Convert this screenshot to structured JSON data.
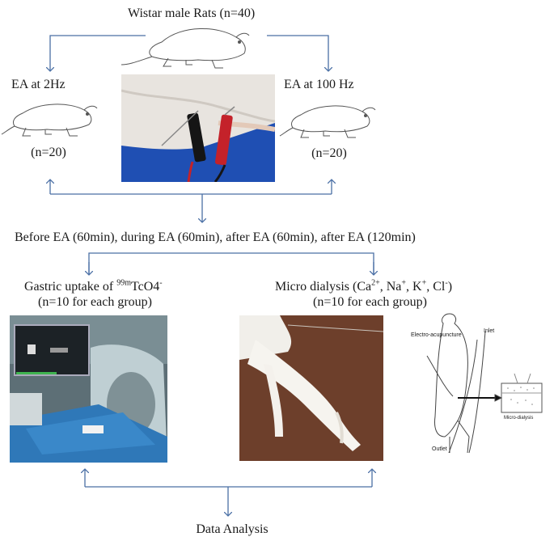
{
  "source": {
    "label_prefix": "Wistar male Rats ",
    "count": "(n=40)"
  },
  "groups": [
    {
      "label": "EA at 2Hz",
      "count": "(n=20)"
    },
    {
      "label": "EA at 100 Hz",
      "count": "(n=20)"
    }
  ],
  "timeline": "Before EA (60min), during EA (60min), after EA (60min), after EA (120min)",
  "measurements": {
    "gastric": {
      "prefix": "Gastric uptake of ",
      "isotope_sup": "99m",
      "compound": "TcO4",
      "charge_sup": "-",
      "count": "(n=10 for each group)"
    },
    "dialysis": {
      "prefix": "Micro dialysis (Ca",
      "ca_sup": "2+",
      "sep1": ", Na",
      "na_sup": "+",
      "sep2": ", K",
      "k_sup": "+",
      "sep3": ", Cl",
      "cl_sup": "-",
      "suffix": ")",
      "count": "(n=10 for each group)"
    }
  },
  "schematic": {
    "electro_label": "Electro-acupuncture",
    "inlet_label": "Inlet",
    "outlet_label": "Outlet",
    "micro_label": "Micro-dialysis"
  },
  "final": "Data Analysis",
  "colors": {
    "arrow": "#4a6fa5",
    "text": "#1a1a1a",
    "blue_bg": "#1f4fb3"
  }
}
